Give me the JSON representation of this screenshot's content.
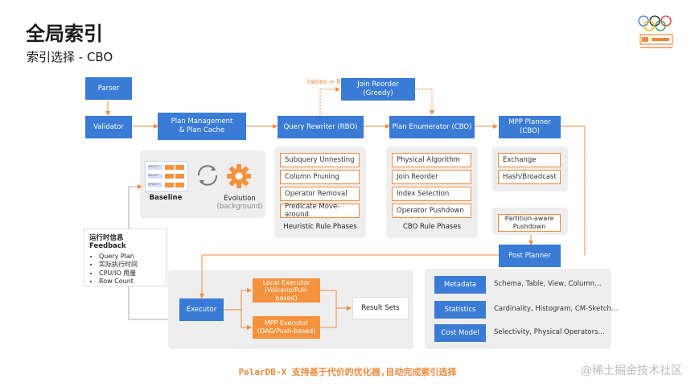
{
  "header": {
    "title": "全局索引",
    "subtitle": "索引选择 - CBO"
  },
  "nodes": {
    "parser": "Parser",
    "validator": "Validator",
    "plan_mgmt_l1": "Plan Management",
    "plan_mgmt_l2": "& Plan Cache",
    "query_rewriter": "Query Rewriter (RBO)",
    "join_reorder_l1": "Join Reorder",
    "join_reorder_l2": "(Greedy)",
    "plan_enumerator": "Plan Enumerator (CBO)",
    "mpp_planner_l1": "MPP Planner",
    "mpp_planner_l2": "(CBO)",
    "post_planner": "Post Planner",
    "executor": "Executor",
    "local_exec_l1": "Local Executor",
    "local_exec_l2": "(Volcano/Pull-",
    "local_exec_l3": "based)",
    "mpp_exec_l1": "MPP Executor",
    "mpp_exec_l2": "(DAG/Push-based)",
    "result_sets": "Result Sets"
  },
  "edge_label": "tables > 8",
  "plan_cache_panel": {
    "baseline": "Baseline",
    "evolution": "Evolution",
    "evolution_sub": "(background)",
    "mini_rows": [
      "SELECT",
      "SELECT",
      "UPDATE"
    ]
  },
  "heuristic_rules": {
    "items": [
      "Subquery Unnesting",
      "Column Pruning",
      "Operator Removal",
      "Predicate Move-around"
    ],
    "caption": "Heuristic Rule Phases"
  },
  "cbo_rules": {
    "items": [
      "Physical Algorithm",
      "Join Reorder",
      "Index Selection",
      "Operator Pushdown"
    ],
    "caption": "CBO Rule Phases"
  },
  "mpp_rules": {
    "items": [
      "Exchange",
      "Hash/Broadcast"
    ],
    "partition_l1": "Partition-aware",
    "partition_l2": "Pushdown"
  },
  "feedback": {
    "title": "运行时信息 Feedback",
    "items": [
      "Query Plan",
      "实际执行时间",
      "CPU/IO 用量",
      "Row Count"
    ]
  },
  "metadata_panel": {
    "rows": [
      {
        "label": "Metadata",
        "desc": "Schema, Table, View, Column…"
      },
      {
        "label": "Statistics",
        "desc": "Cardinality, Histogram, CM-Sketch…"
      },
      {
        "label": "Cost Model",
        "desc": "Selectivity, Physical Operators…"
      }
    ]
  },
  "footer": "PolarDB-X 支持基于代价的优化器,自动完成索引选择",
  "watermark": "@稀土掘金技术社区",
  "colors": {
    "blue": "#3a7bd5",
    "orange": "#f5923e",
    "line": "#f08a3c",
    "panel": "#eeeeee"
  }
}
